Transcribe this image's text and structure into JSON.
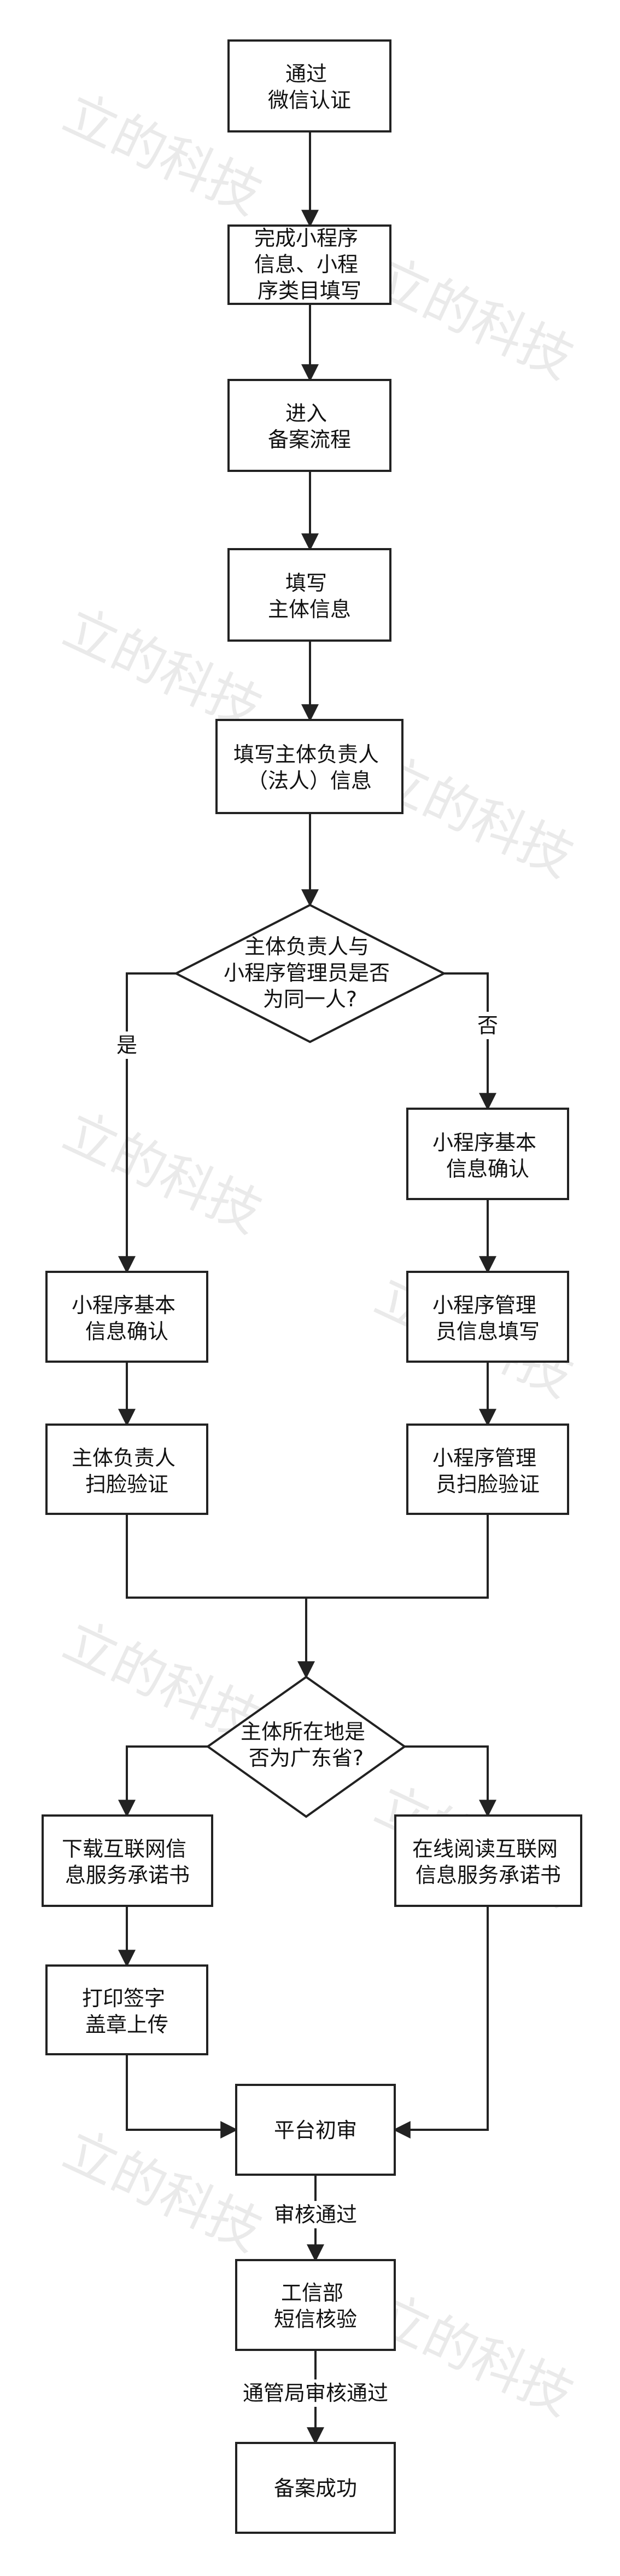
{
  "watermark_text": "立的科技",
  "colors": {
    "stroke": "#222222",
    "fill": "#ffffff",
    "text": "#111111",
    "watermark": "#d9d9d9"
  },
  "nodes": [
    {
      "id": "wechat_auth",
      "shape": "rect",
      "lines": [
        "通过",
        "微信认证"
      ]
    },
    {
      "id": "fill_info",
      "shape": "rect",
      "lines": [
        "完成小程序",
        "信息、小程",
        "序类目填写"
      ]
    },
    {
      "id": "enter_filing",
      "shape": "rect",
      "lines": [
        "进入",
        "备案流程"
      ]
    },
    {
      "id": "subject_info",
      "shape": "rect",
      "lines": [
        "填写",
        "主体信息"
      ]
    },
    {
      "id": "legal_info",
      "shape": "rect",
      "lines": [
        "填写主体负责人",
        "（法人）信息"
      ]
    },
    {
      "id": "same_person",
      "shape": "diamond",
      "lines": [
        "主体负责人与",
        "小程序管理员是否",
        "为同一人?"
      ]
    },
    {
      "id": "basic_confirm_right",
      "shape": "rect",
      "lines": [
        "小程序基本",
        "信息确认"
      ]
    },
    {
      "id": "basic_confirm_left",
      "shape": "rect",
      "lines": [
        "小程序基本",
        "信息确认"
      ]
    },
    {
      "id": "admin_info",
      "shape": "rect",
      "lines": [
        "小程序管理",
        "员信息填写"
      ]
    },
    {
      "id": "legal_face",
      "shape": "rect",
      "lines": [
        "主体负责人",
        "扫脸验证"
      ]
    },
    {
      "id": "admin_face",
      "shape": "rect",
      "lines": [
        "小程序管理",
        "员扫脸验证"
      ]
    },
    {
      "id": "guangdong",
      "shape": "diamond",
      "lines": [
        "主体所在地是",
        "否为广东省?"
      ]
    },
    {
      "id": "download_pledge",
      "shape": "rect",
      "lines": [
        "下载互联网信",
        "息服务承诺书"
      ]
    },
    {
      "id": "online_pledge",
      "shape": "rect",
      "lines": [
        "在线阅读互联网",
        "信息服务承诺书"
      ]
    },
    {
      "id": "print_sign",
      "shape": "rect",
      "lines": [
        "打印签字",
        "盖章上传"
      ]
    },
    {
      "id": "platform_review",
      "shape": "rect",
      "lines": [
        "平台初审"
      ]
    },
    {
      "id": "sms_verify",
      "shape": "rect",
      "lines": [
        "工信部",
        "短信核验"
      ]
    },
    {
      "id": "success",
      "shape": "rect",
      "lines": [
        "备案成功"
      ]
    }
  ],
  "edges": [
    {
      "from": "wechat_auth",
      "to": "fill_info",
      "label": ""
    },
    {
      "from": "fill_info",
      "to": "enter_filing",
      "label": ""
    },
    {
      "from": "enter_filing",
      "to": "subject_info",
      "label": ""
    },
    {
      "from": "subject_info",
      "to": "legal_info",
      "label": ""
    },
    {
      "from": "legal_info",
      "to": "same_person",
      "label": ""
    },
    {
      "from": "same_person",
      "to": "basic_confirm_left",
      "label": "是"
    },
    {
      "from": "same_person",
      "to": "basic_confirm_right",
      "label": "否"
    },
    {
      "from": "basic_confirm_right",
      "to": "admin_info",
      "label": ""
    },
    {
      "from": "basic_confirm_left",
      "to": "legal_face",
      "label": ""
    },
    {
      "from": "admin_info",
      "to": "admin_face",
      "label": ""
    },
    {
      "from": "legal_face",
      "to": "guangdong",
      "label": ""
    },
    {
      "from": "admin_face",
      "to": "guangdong",
      "label": ""
    },
    {
      "from": "guangdong",
      "to": "download_pledge",
      "label": ""
    },
    {
      "from": "guangdong",
      "to": "online_pledge",
      "label": ""
    },
    {
      "from": "download_pledge",
      "to": "print_sign",
      "label": ""
    },
    {
      "from": "print_sign",
      "to": "platform_review",
      "label": ""
    },
    {
      "from": "online_pledge",
      "to": "platform_review",
      "label": ""
    },
    {
      "from": "platform_review",
      "to": "sms_verify",
      "label": "审核通过"
    },
    {
      "from": "sms_verify",
      "to": "success",
      "label": "通管局审核通过"
    }
  ]
}
